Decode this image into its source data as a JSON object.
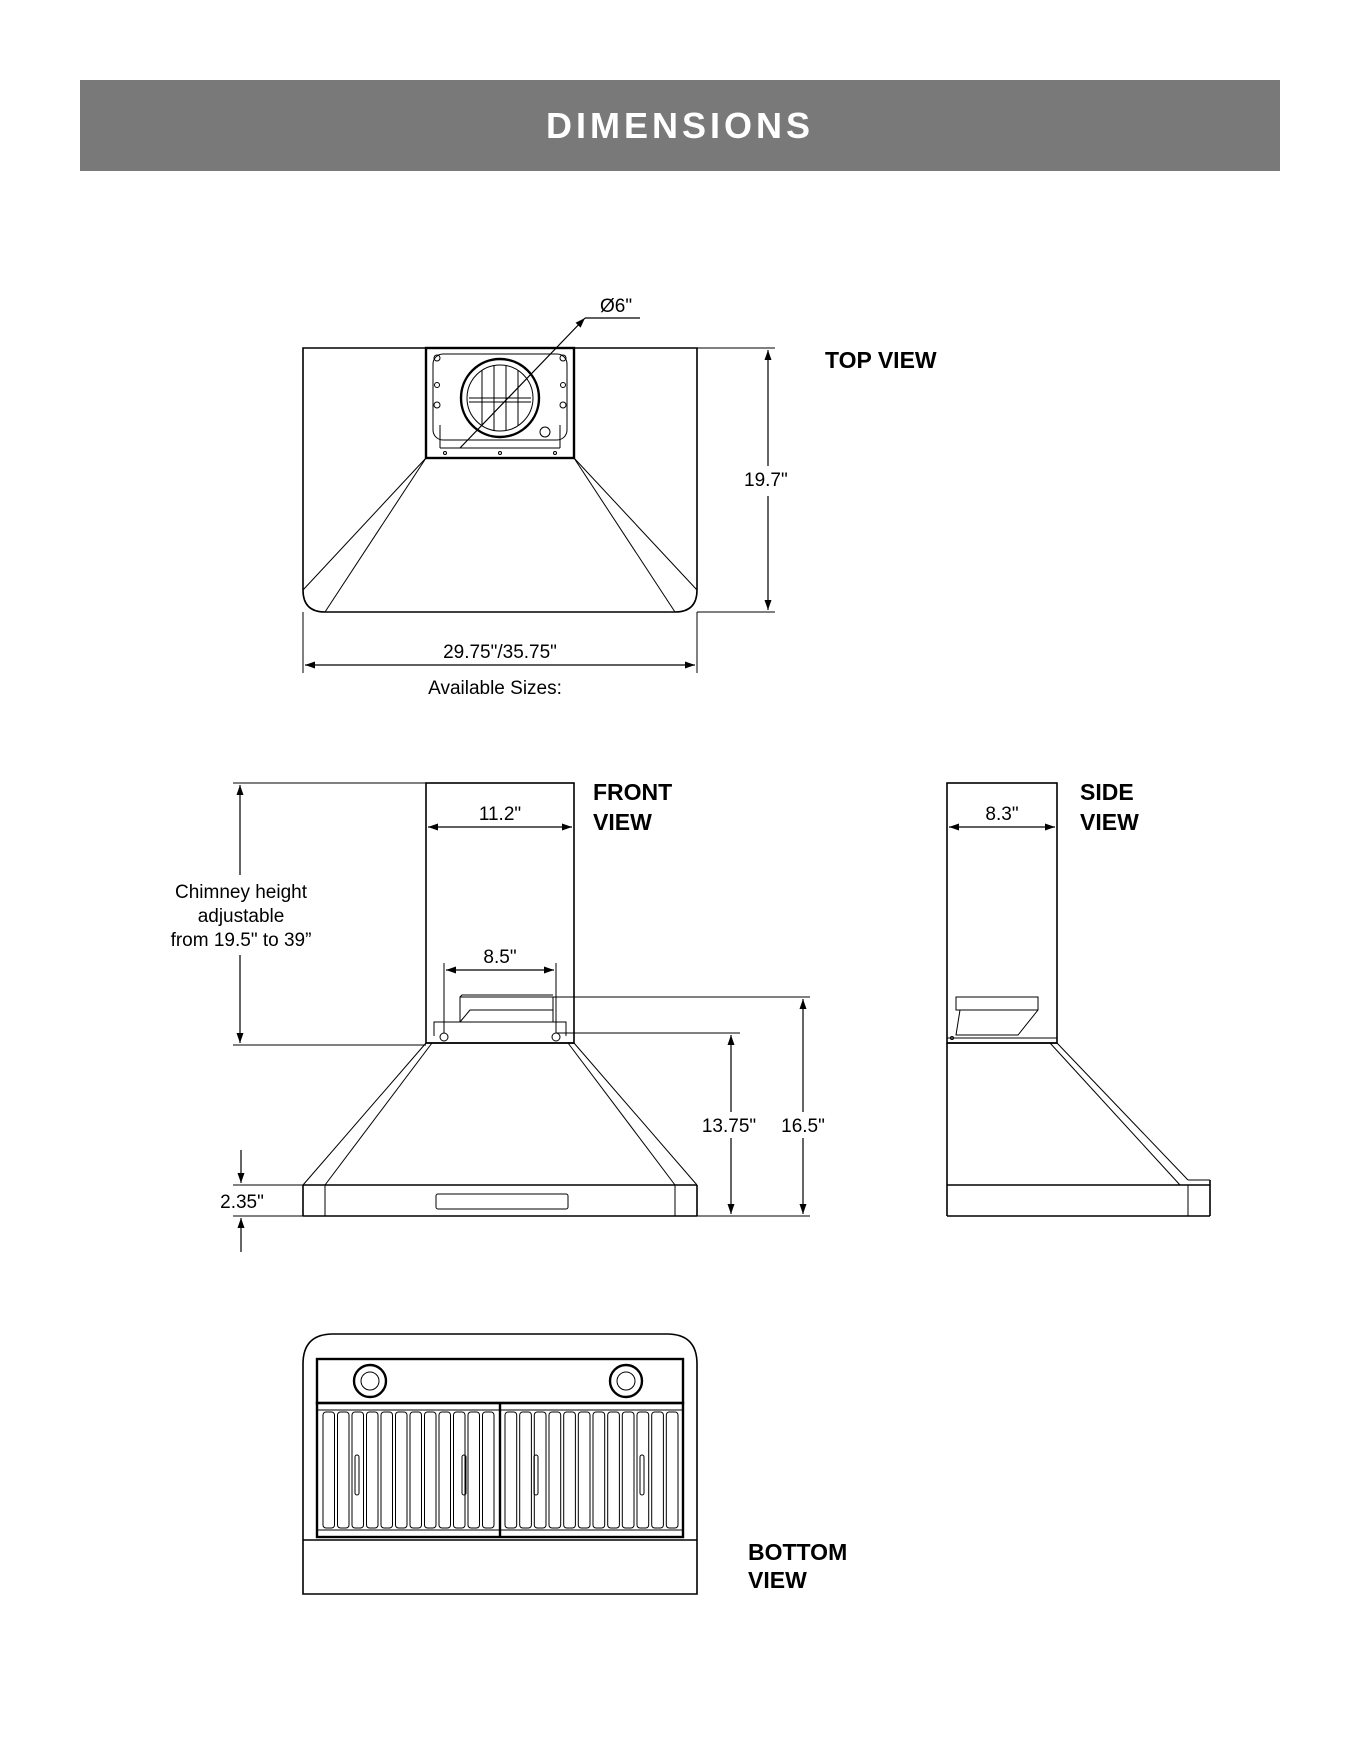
{
  "header": {
    "title": "DIMENSIONS"
  },
  "views": {
    "top": {
      "title": "TOP VIEW",
      "duct_diameter": "Ø6\"",
      "depth": "19.7\"",
      "width": "29.75\"/35.75\"",
      "sizes_label": "Available Sizes:"
    },
    "front": {
      "title_line1": "FRONT",
      "title_line2": "VIEW",
      "chimney_width": "11.2\"",
      "duct_spacing": "8.5\"",
      "chimney_line1": "Chimney height",
      "chimney_line2": "adjustable",
      "chimney_line3": "from 19.5\" to 39”",
      "hood_height": "13.75\"",
      "total_height": "16.5\"",
      "bottom_height": "2.35\""
    },
    "side": {
      "title_line1": "SIDE",
      "title_line2": "VIEW",
      "chimney_depth": "8.3\""
    },
    "bottom": {
      "title_line1": "BOTTOM",
      "title_line2": "VIEW"
    }
  }
}
